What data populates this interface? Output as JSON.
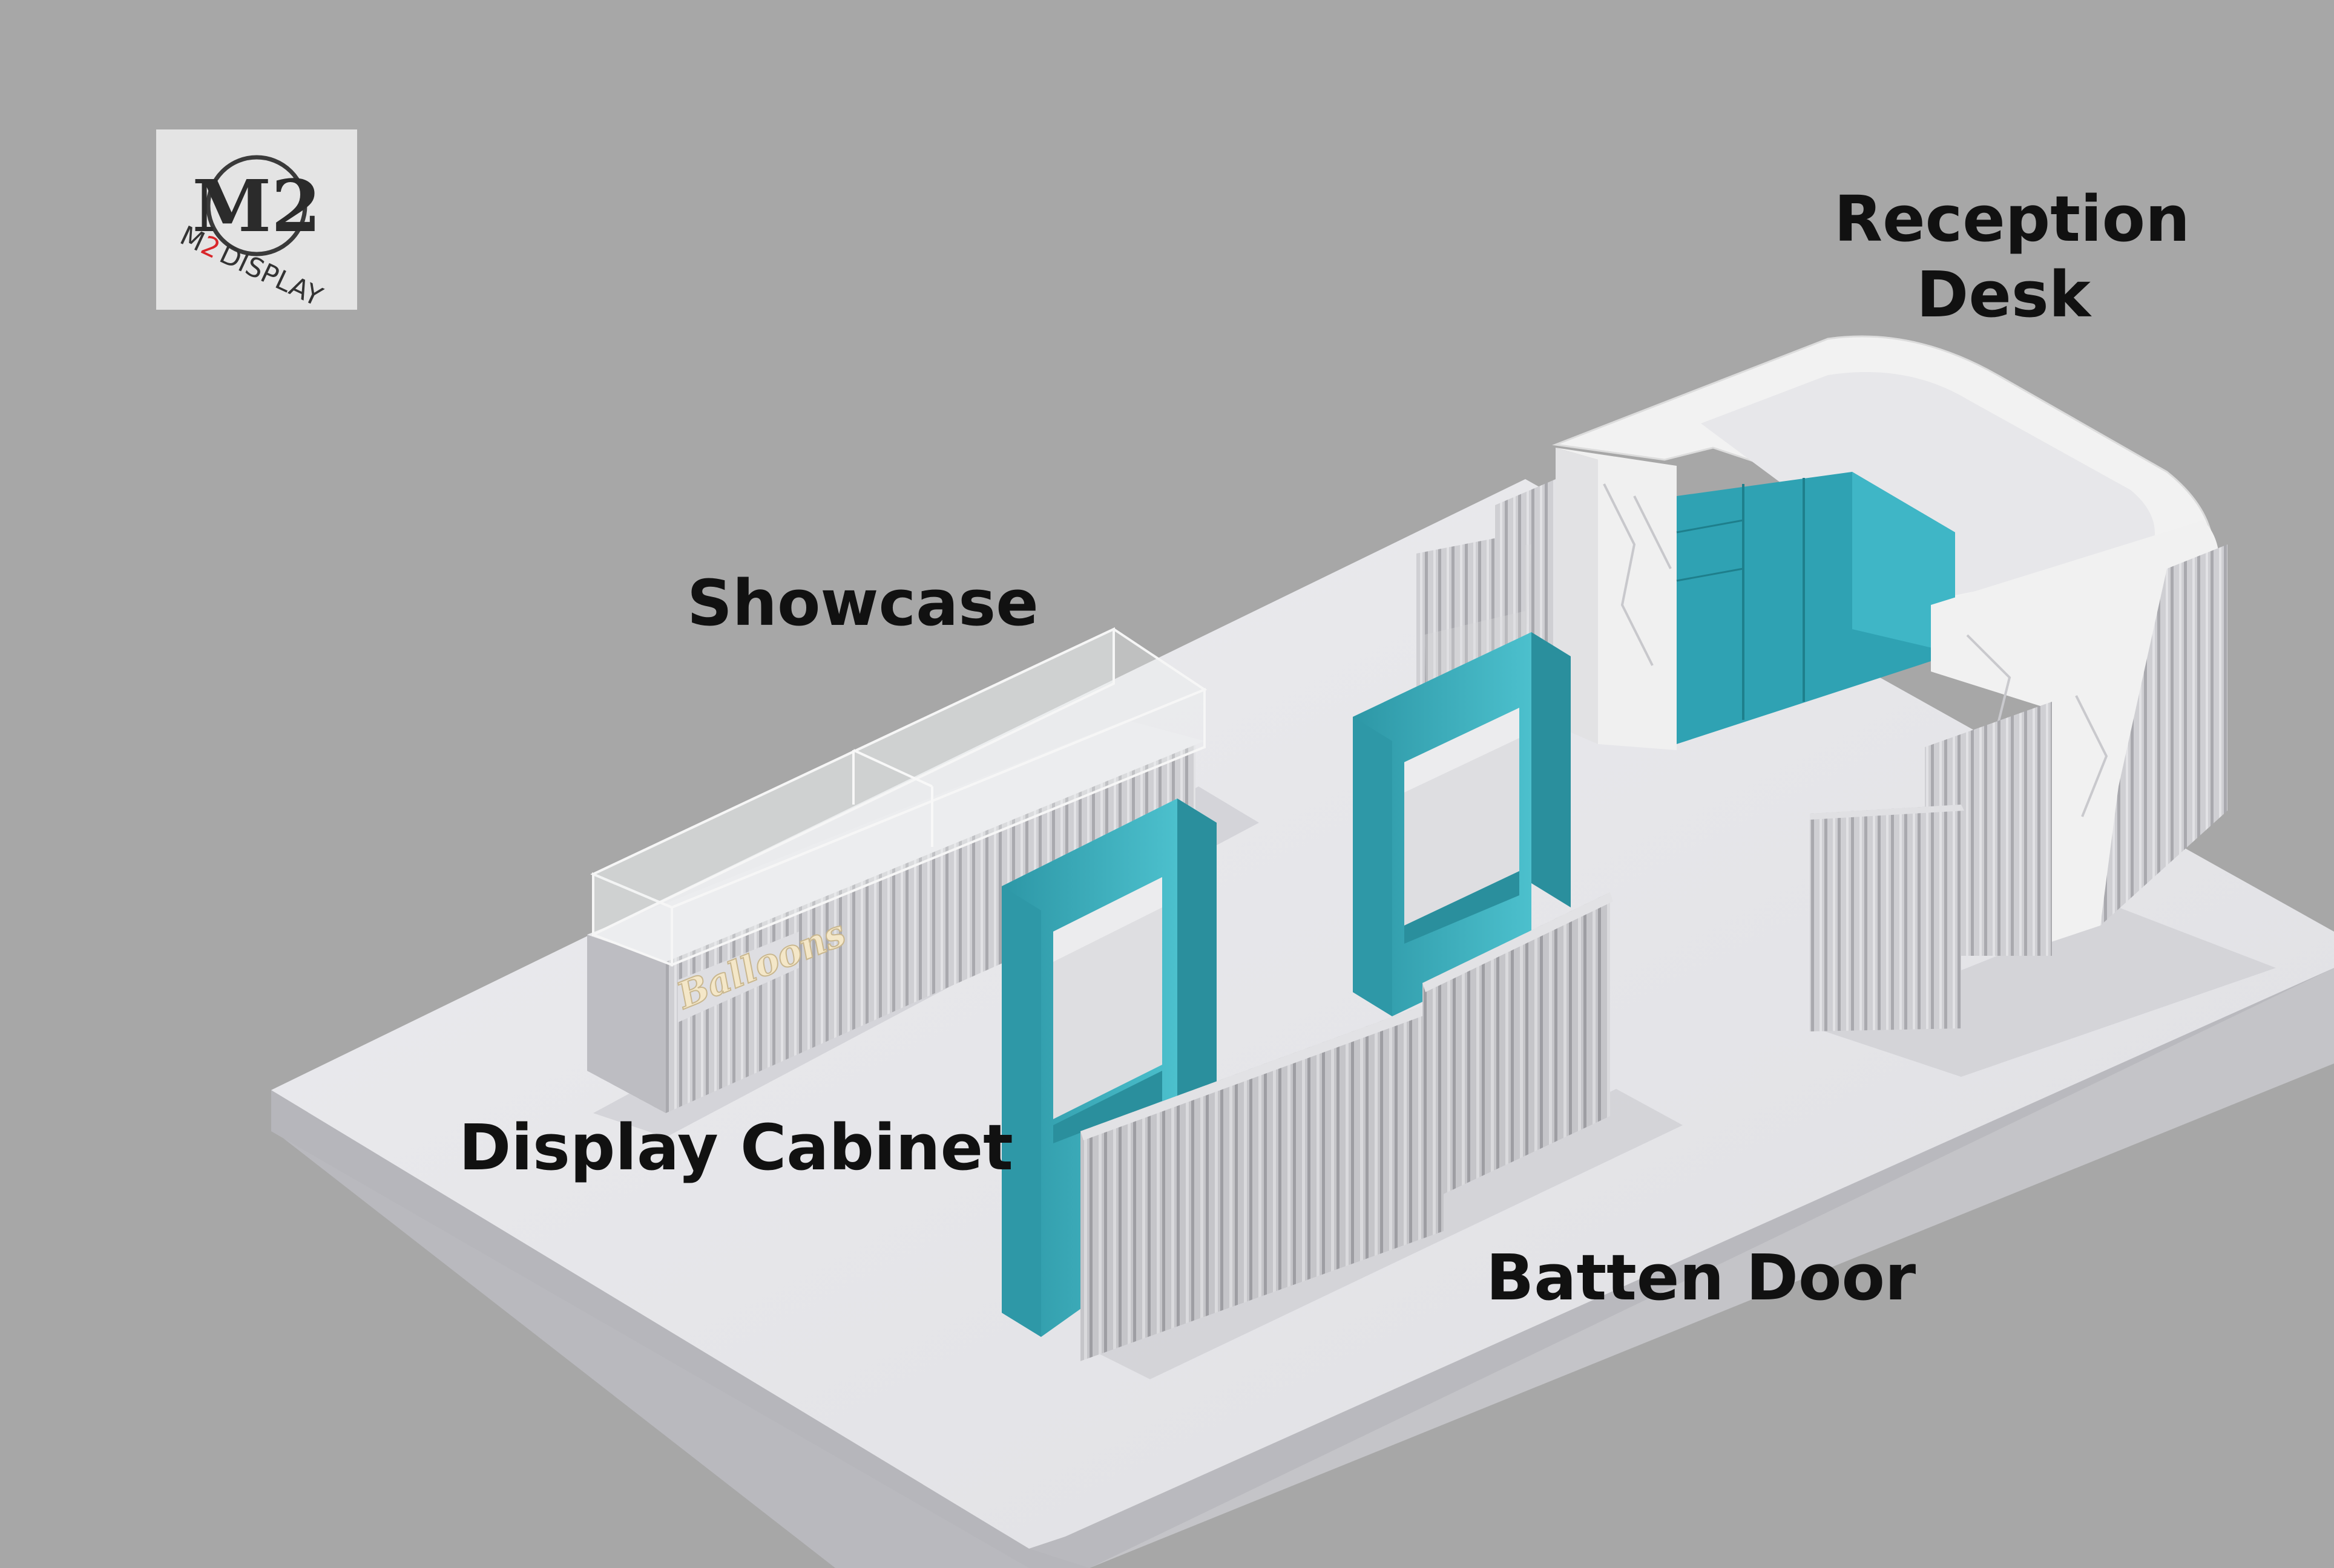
{
  "logo": {
    "monogram": "M2",
    "wordmark_prefix": "M",
    "wordmark_number": "2",
    "wordmark_suffix": "DISPLAY",
    "accent_color": "#d8262a"
  },
  "labels": {
    "reception_desk_line1": "Reception",
    "reception_desk_line2": "Desk",
    "showcase": "Showcase",
    "display_cabinet": "Display Cabinet",
    "batten_door": "Batten Door"
  },
  "showcase_sign": "Balloons",
  "colors": {
    "background": "#a7a7a7",
    "floor": "#e6e6e9",
    "teal": "#3ab0c0",
    "batten": "#c9c9cd",
    "marble": "#efefef"
  }
}
